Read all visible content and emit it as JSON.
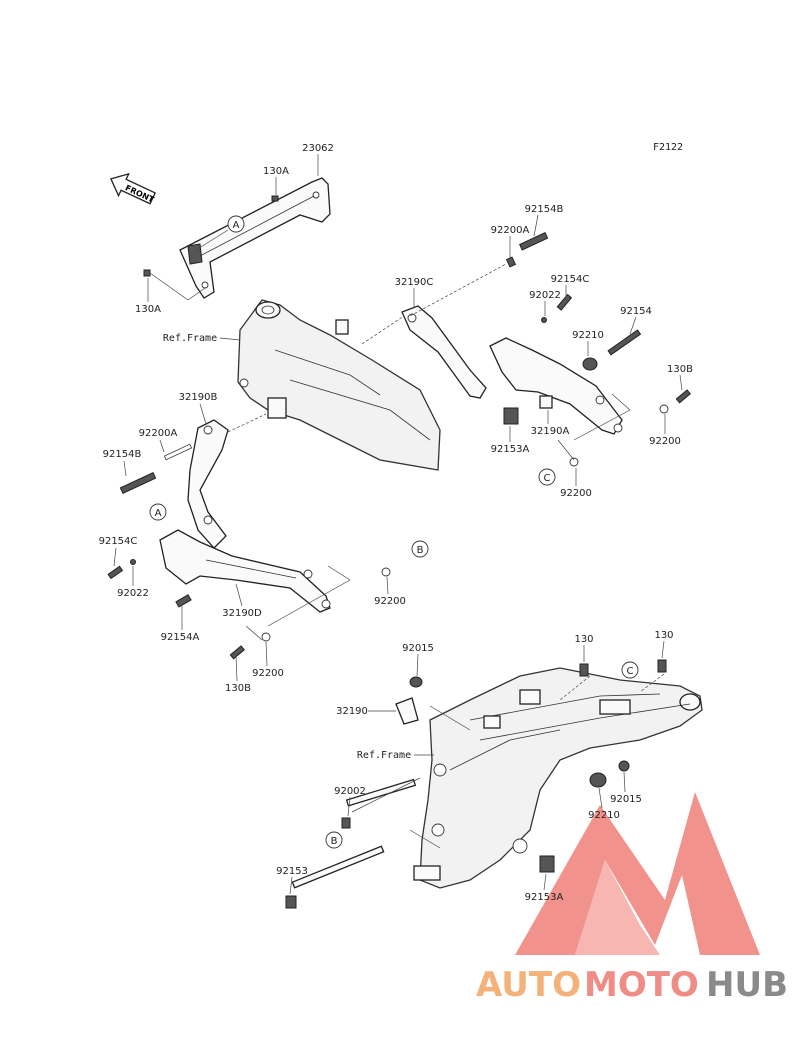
{
  "diagram_code": "F2122",
  "front_label": "FRONT",
  "ref_frame_label": "Ref.Frame",
  "callouts": [
    "A",
    "B",
    "C"
  ],
  "parts": {
    "p23062": "23062",
    "p130A_top": "130A",
    "p130A_left": "130A",
    "p92154B_r": "92154B",
    "p92200A_r": "92200A",
    "p32190C": "32190C",
    "p92154C_r": "92154C",
    "p92022_r": "92022",
    "p92154": "92154",
    "p92210_r": "92210",
    "p130B_r": "130B",
    "p92153A_r": "92153A",
    "p32190A": "32190A",
    "p92200_r1": "92200",
    "p92200_r2": "92200",
    "p32190B": "32190B",
    "p92200A_l": "92200A",
    "p92154B_l": "92154B",
    "p92154C_l": "92154C",
    "p92022_l": "92022",
    "p32190D": "32190D",
    "p92154A": "92154A",
    "p92200_l1": "92200",
    "p92200_l2": "92200",
    "p130B_l": "130B",
    "p92015_top": "92015",
    "p130_a": "130",
    "p130_b": "130",
    "p32190": "32190",
    "p92002": "92002",
    "p92210_b": "92210",
    "p92015_b": "92015",
    "p92153": "92153",
    "p92153A_b": "92153A"
  },
  "watermark": {
    "part1": "AUTO",
    "part2": "MOTO",
    "part3": "HUB",
    "color_auto": "#f3b27a",
    "color_moto": "#ef8c86",
    "color_hub": "#8a8a8a",
    "logo_color": "#ef7f78"
  }
}
